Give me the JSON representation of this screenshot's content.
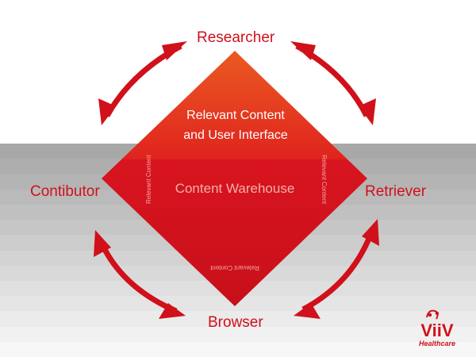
{
  "diagram": {
    "roles": {
      "top": "Researcher",
      "left": "Contibutor",
      "right": "Retriever",
      "bottom": "Browser"
    },
    "diamond": {
      "top_line1": "Relevant Content",
      "top_line2": "and User Interface",
      "center": "Content Warehouse",
      "edge_left": "Relevant Content",
      "edge_right": "Relevant Content",
      "edge_bottom": "Relevant Content"
    }
  },
  "logo": {
    "mark": "ViiV",
    "sub": "Healthcare"
  },
  "colors": {
    "accent_red": "#d0101a",
    "diamond_top": "#e8421e",
    "diamond_mid": "#d8141f",
    "diamond_bottom": "#c8101a",
    "band_top": "#a8a8a8",
    "band_bottom": "#f7f7f7"
  }
}
